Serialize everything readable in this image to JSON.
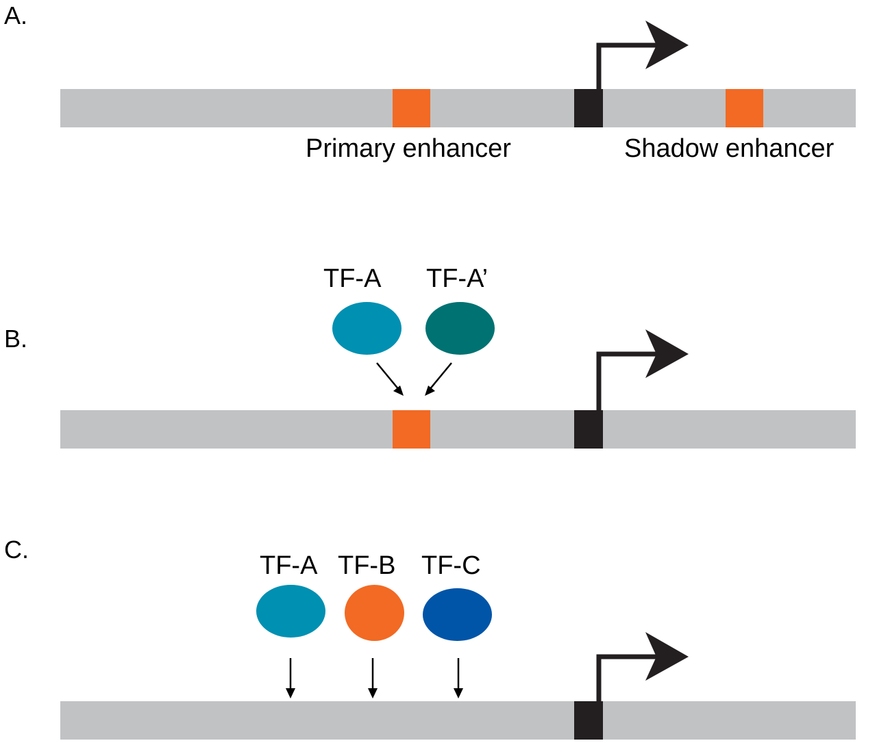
{
  "panels": [
    {
      "label": "A.",
      "enhancer_labels": [
        "Primary enhancer",
        "Shadow enhancer"
      ]
    },
    {
      "label": "B.",
      "factors": [
        {
          "name": "TF-A",
          "color": "#0090b2"
        },
        {
          "name": "TF-A’",
          "color": "#007272"
        }
      ]
    },
    {
      "label": "C.",
      "factors": [
        {
          "name": "TF-A",
          "color": "#0090b2"
        },
        {
          "name": "TF-B",
          "color": "#f26a24"
        },
        {
          "name": "TF-C",
          "color": "#0055a8"
        }
      ]
    }
  ],
  "colors": {
    "dna": "#c1c2c4",
    "enhancer": "#f26a24",
    "promoter": "#231f20"
  }
}
